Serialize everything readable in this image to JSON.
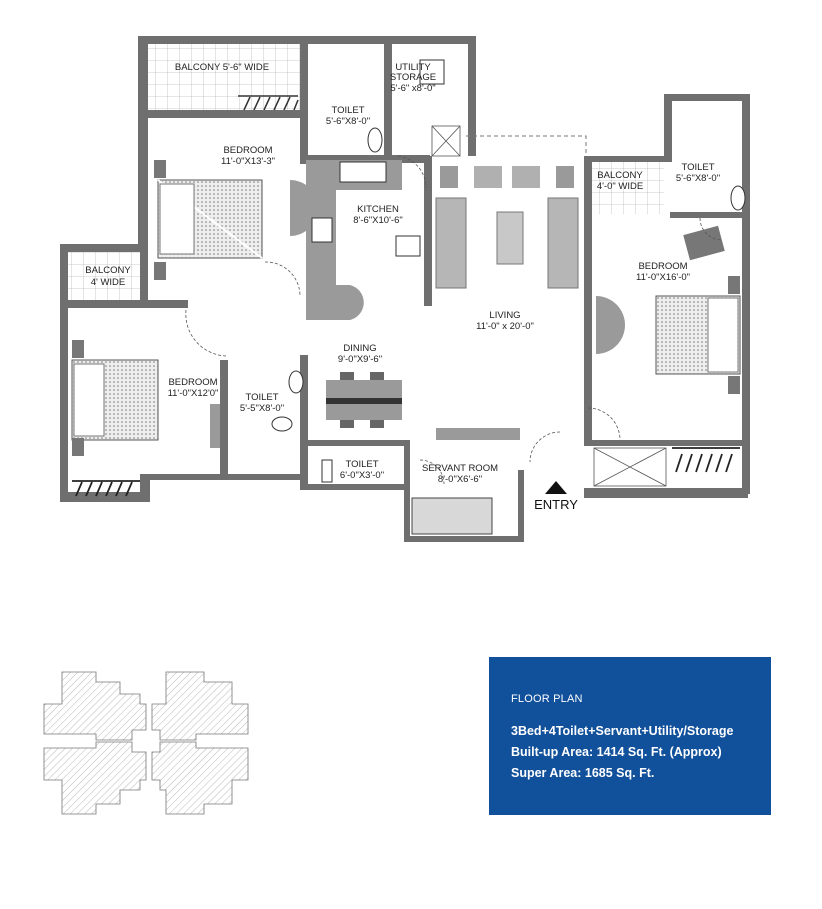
{
  "rooms": {
    "balcony_top": "BALCONY 5'-6\" WIDE",
    "utility_1": "UTILITY",
    "utility_2": "STORAGE",
    "utility_dim": "5'-6\" x8'-0\"",
    "toilet_top": "TOILET",
    "toilet_top_dim": "5'-6\"X8'-0\"",
    "bedroom_top": "BEDROOM",
    "bedroom_top_dim": "11'-0\"X13'-3\"",
    "kitchen": "KITCHEN",
    "kitchen_dim": "8'-6\"X10'-6\"",
    "balcony_left_1": "BALCONY",
    "balcony_left_2": "4' WIDE",
    "living": "LIVING",
    "living_dim": "11'-0\" x 20'-0\"",
    "dining": "DINING",
    "dining_dim": "9'-0\"X9'-6\"",
    "bedroom_left": "BEDROOM",
    "bedroom_left_dim": "11'-0\"X12'0\"",
    "toilet_mid": "TOILET",
    "toilet_mid_dim": "5'-5\"X8'-0\"",
    "toilet_small": "TOILET",
    "toilet_small_dim": "6'-0\"X3'-0\"",
    "servant": "SERVANT ROOM",
    "servant_dim": "8'-0\"X6'-6\"",
    "balcony_right_1": "BALCONY",
    "balcony_right_2": "4'-0\" WIDE",
    "toilet_right": "TOILET",
    "toilet_right_dim": "5'-6\"X8'-0\"",
    "bedroom_right": "BEDROOM",
    "bedroom_right_dim": "11'-0\"X16'-0\"",
    "entry": "ENTRY"
  },
  "info": {
    "heading": "FLOOR PLAN",
    "lines": [
      "3Bed+4Toilet+Servant+Utility/Storage",
      "Built-up Area: 1414 Sq. Ft. (Approx)",
      "Super Area: 1685 Sq. Ft."
    ]
  },
  "colors": {
    "wall": "#6f6f6f",
    "floor_fill": "#9a9a9a",
    "info_bg": "#11509b"
  }
}
